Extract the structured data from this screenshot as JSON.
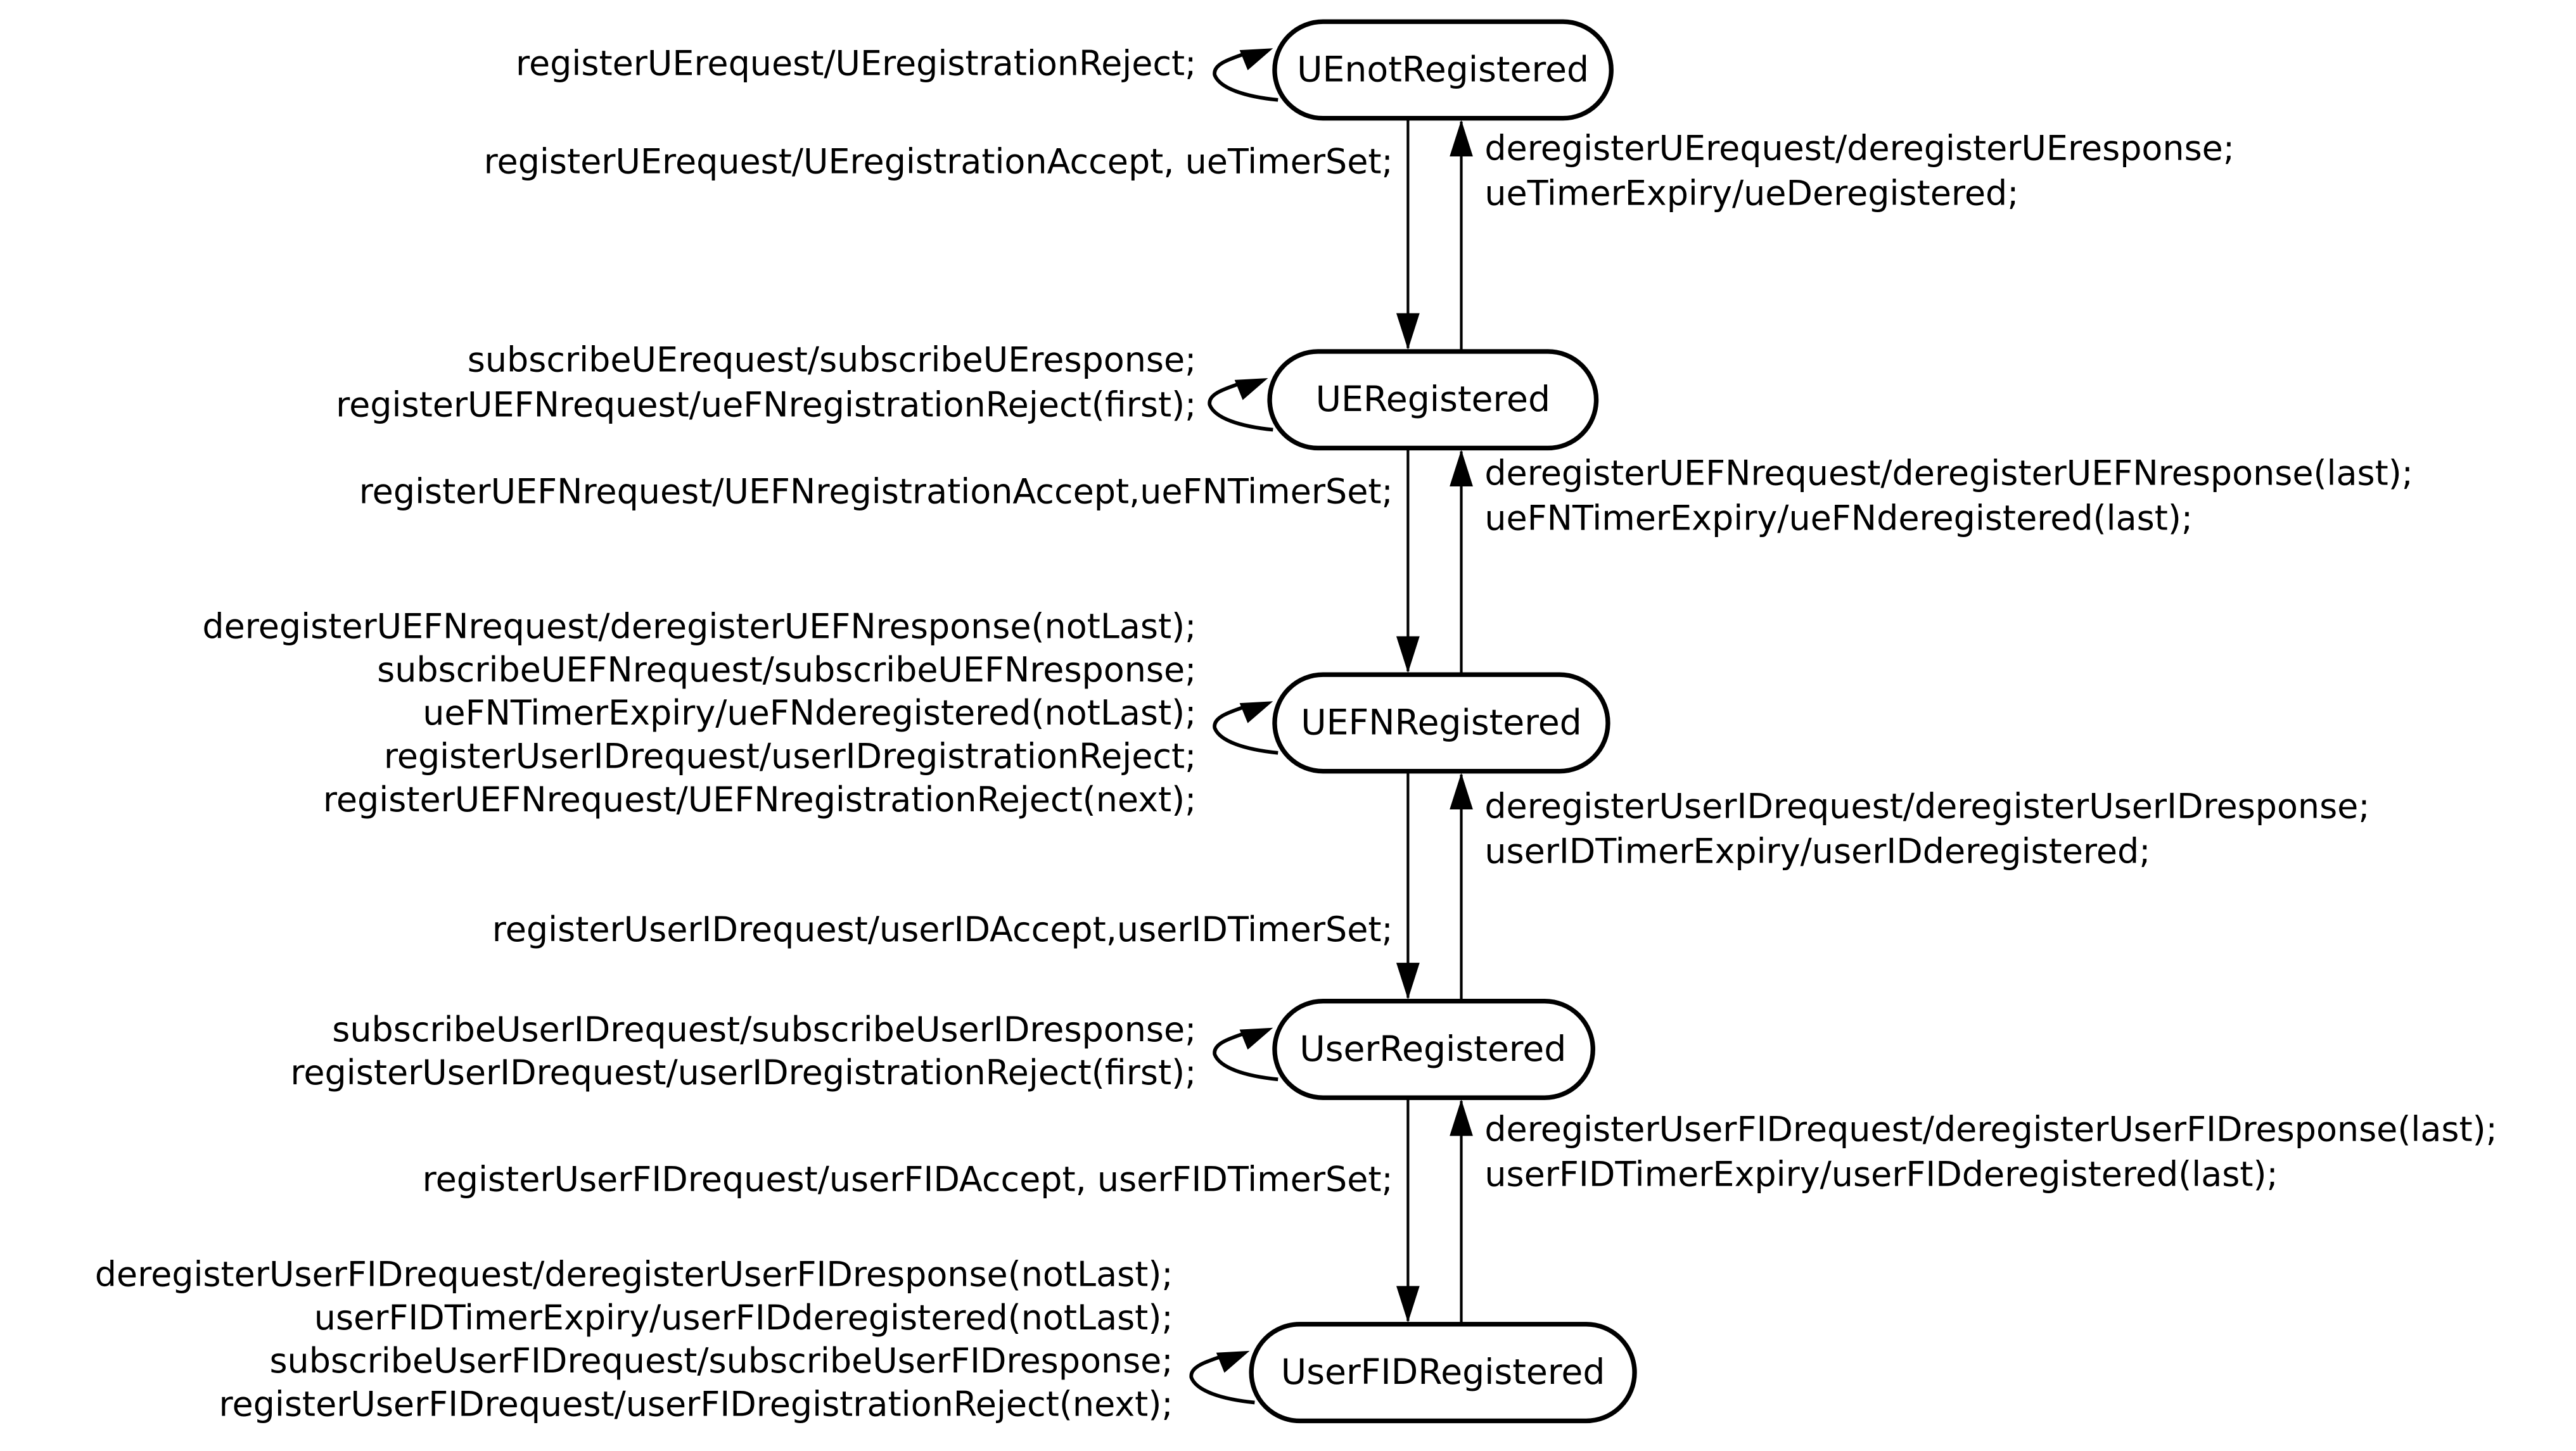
{
  "diagram_type": "state-machine",
  "colors": {
    "background": "#ffffff",
    "line": "#000000",
    "text": "#000000"
  },
  "states": [
    {
      "label": "UEnotRegistered",
      "self_loop": [
        "registerUErequest/UEregistrationReject;"
      ]
    },
    {
      "label": "UERegistered",
      "self_loop": [
        "subscribeUErequest/subscribeUEresponse;",
        "registerUEFNrequest/ueFNregistrationReject(first);"
      ]
    },
    {
      "label": "UEFNRegistered",
      "self_loop": [
        "deregisterUEFNrequest/deregisterUEFNresponse(notLast);",
        "subscribeUEFNrequest/subscribeUEFNresponse;",
        "ueFNTimerExpiry/ueFNderegistered(notLast);",
        "registerUserIDrequest/userIDregistrationReject;",
        "registerUEFNrequest/UEFNregistrationReject(next);"
      ]
    },
    {
      "label": "UserRegistered",
      "self_loop": [
        "subscribeUserIDrequest/subscribeUserIDresponse;",
        "registerUserIDrequest/userIDregistrationReject(first);"
      ]
    },
    {
      "label": "UserFIDRegistered",
      "self_loop": [
        "deregisterUserFIDrequest/deregisterUserFIDresponse(notLast);",
        "userFIDTimerExpiry/userFIDderegistered(notLast);",
        "subscribeUserFIDrequest/subscribeUserFIDresponse;",
        "registerUserFIDrequest/userFIDregistrationReject(next);"
      ]
    }
  ],
  "transitions": {
    "down": [
      {
        "from": "UEnotRegistered",
        "to": "UERegistered",
        "label": "registerUErequest/UEregistrationAccept, ueTimerSet;"
      },
      {
        "from": "UERegistered",
        "to": "UEFNRegistered",
        "label": "registerUEFNrequest/UEFNregistrationAccept,ueFNTimerSet;"
      },
      {
        "from": "UEFNRegistered",
        "to": "UserRegistered",
        "label": "registerUserIDrequest/userIDAccept,userIDTimerSet;"
      },
      {
        "from": "UserRegistered",
        "to": "UserFIDRegistered",
        "label": "registerUserFIDrequest/userFIDAccept, userFIDTimerSet;"
      }
    ],
    "up": [
      {
        "from": "UERegistered",
        "to": "UEnotRegistered",
        "labels": [
          "deregisterUErequest/deregisterUEresponse;",
          "ueTimerExpiry/ueDeregistered;"
        ]
      },
      {
        "from": "UEFNRegistered",
        "to": "UERegistered",
        "labels": [
          "deregisterUEFNrequest/deregisterUEFNresponse(last);",
          "ueFNTimerExpiry/ueFNderegistered(last);"
        ]
      },
      {
        "from": "UserRegistered",
        "to": "UEFNRegistered",
        "labels": [
          "deregisterUserIDrequest/deregisterUserIDresponse;",
          "userIDTimerExpiry/userIDderegistered;"
        ]
      },
      {
        "from": "UserFIDRegistered",
        "to": "UserRegistered",
        "labels": [
          "deregisterUserFIDrequest/deregisterUserFIDresponse(last);",
          "userFIDTimerExpiry/userFIDderegistered(last);"
        ]
      }
    ]
  }
}
